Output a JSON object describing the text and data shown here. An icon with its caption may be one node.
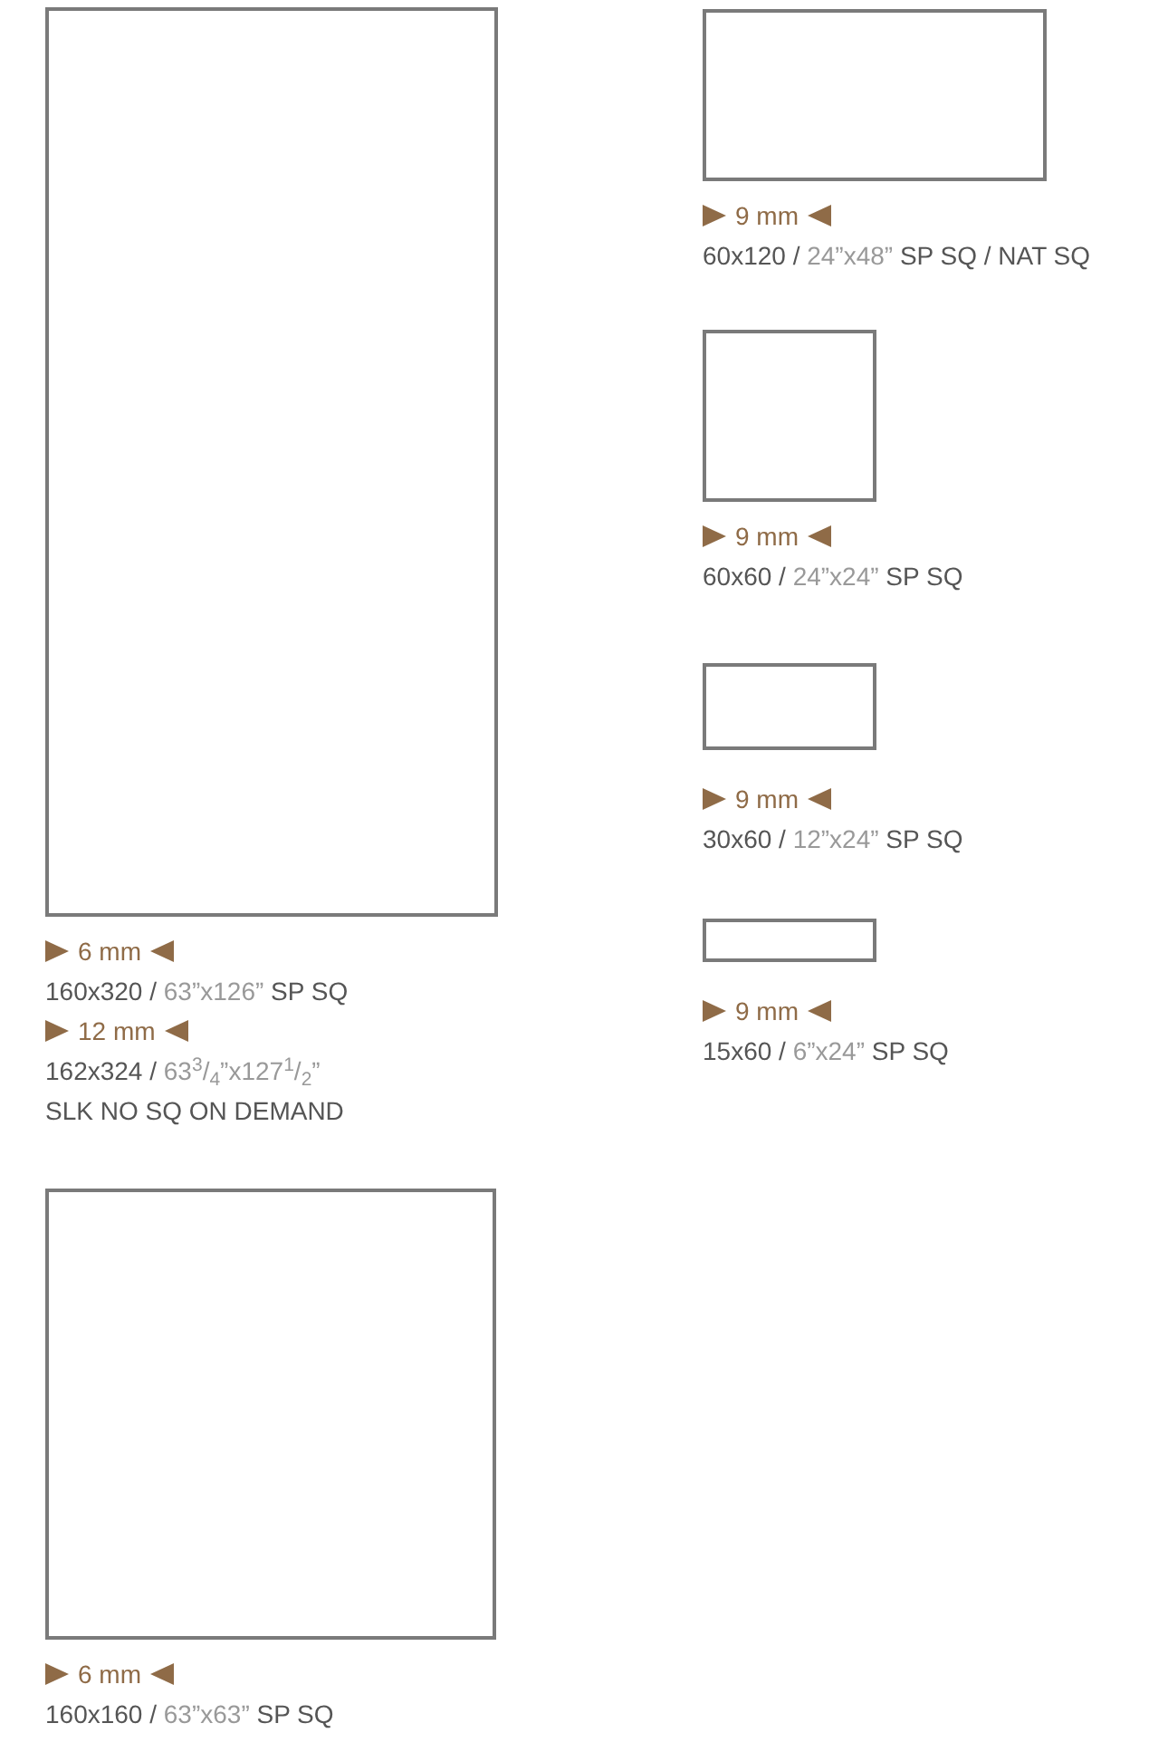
{
  "diagram": {
    "nodes": [
      {
        "text": [],
        "shape": "box",
        "beside": [
          "6 mm",
          "160x320 / 63”x126” SP SQ",
          "12 mm",
          "162x324 / 63$^{3}$/$_{4}$”x127$^{1}$/$_{2}$”",
          "SLK NO SQ ON DEMAND"
        ]
      },
      {
        "text": [],
        "shape": "box",
        "beside": [
          "9 mm",
          "60x120 / 24”x48” SP SQ / NAT SQ"
        ]
      },
      {
        "text": [],
        "shape": "box",
        "beside": [
          "9 mm",
          "60x60 / 24”x24” SP SQ"
        ]
      },
      {
        "text": [],
        "shape": "box",
        "beside": [
          "9 mm",
          "30x60 / 12”x24” SP SQ"
        ]
      },
      {
        "text": [],
        "shape": "box",
        "beside": [
          "9 mm",
          "15x60 / 6”x24” SP SQ"
        ]
      },
      {
        "text": [],
        "shape": "box",
        "beside": [
          "6 mm",
          "160x160 / 63”x63” SP SQ"
        ]
      }
    ]
  }
}
